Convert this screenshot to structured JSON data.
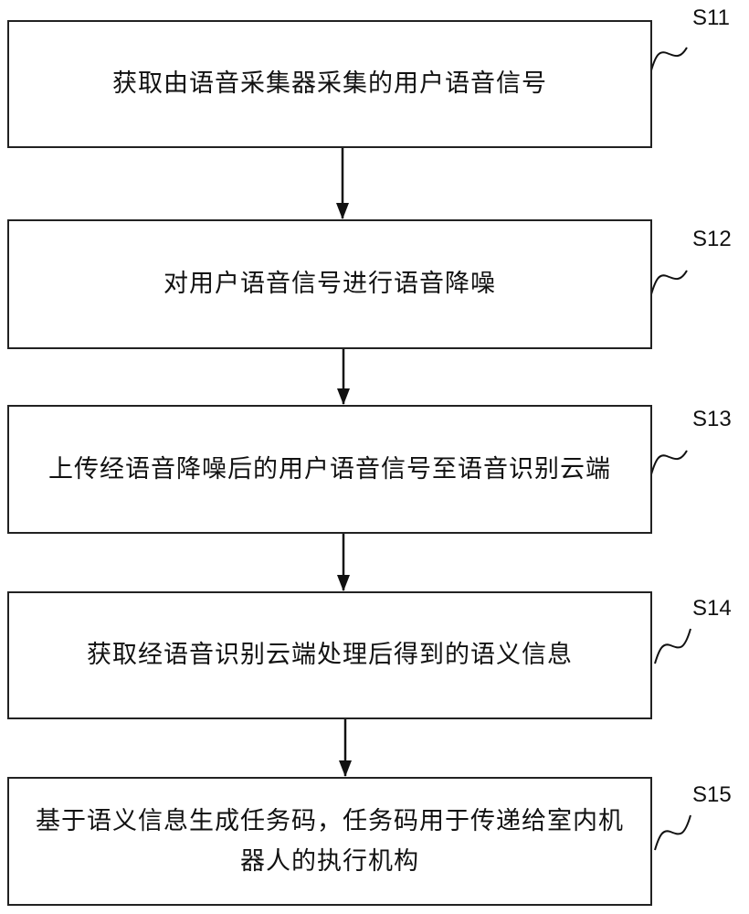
{
  "steps": [
    {
      "id": "S11",
      "text": "获取由语音采集器采集的用户语音信号"
    },
    {
      "id": "S12",
      "text": "对用户语音信号进行语音降噪"
    },
    {
      "id": "S13",
      "text": "上传经语音降噪后的用户语音信号至语音识别云端"
    },
    {
      "id": "S14",
      "text": "获取经语音识别云端处理后得到的语义信息"
    },
    {
      "id": "S15",
      "text": "基于语义信息生成任务码，任务码用于传递给室内机器人的执行机构"
    }
  ]
}
